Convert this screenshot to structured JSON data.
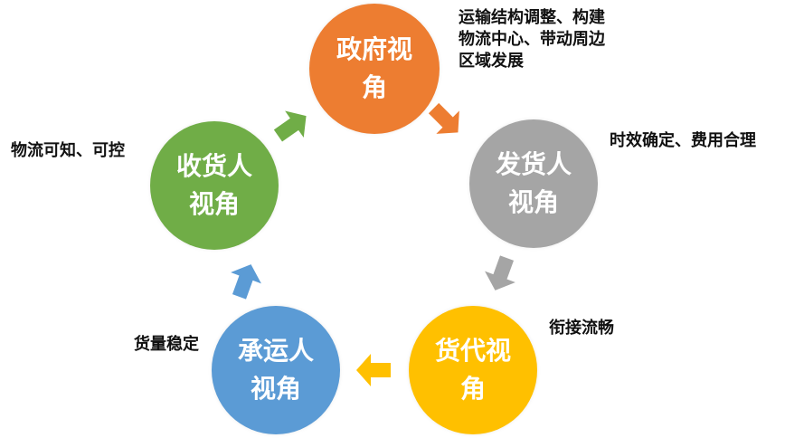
{
  "colors": {
    "government": "#ED7D31",
    "shipper": "#A5A5A5",
    "forwarder": "#FFC000",
    "carrier": "#5B9BD5",
    "receiver": "#70AD47"
  },
  "nodes": {
    "government": {
      "line1": "政府视",
      "line2": "角",
      "color": "#ED7D31"
    },
    "shipper": {
      "line1": "发货人",
      "line2": "视角",
      "color": "#A5A5A5"
    },
    "forwarder": {
      "line1": "货代视",
      "line2": "角",
      "color": "#FFC000"
    },
    "carrier": {
      "line1": "承运人",
      "line2": "视角",
      "color": "#5B9BD5"
    },
    "receiver": {
      "line1": "收货人",
      "line2": "视角",
      "color": "#70AD47"
    }
  },
  "notes": {
    "government": [
      "运输结构调整、构建",
      "物流中心、带动周边",
      "区域发展"
    ],
    "shipper": [
      "时效确定、费用合理"
    ],
    "forwarder": [
      "衔接流畅"
    ],
    "carrier": [
      "货量稳定"
    ],
    "receiver": [
      "物流可知、可控"
    ]
  },
  "arrows": [
    {
      "name": "arrow-government-to-shipper",
      "color": "#ED7D31"
    },
    {
      "name": "arrow-shipper-to-forwarder",
      "color": "#A5A5A5"
    },
    {
      "name": "arrow-forwarder-to-carrier",
      "color": "#FFC000"
    },
    {
      "name": "arrow-carrier-to-receiver",
      "color": "#5B9BD5"
    },
    {
      "name": "arrow-receiver-to-government",
      "color": "#70AD47"
    }
  ]
}
